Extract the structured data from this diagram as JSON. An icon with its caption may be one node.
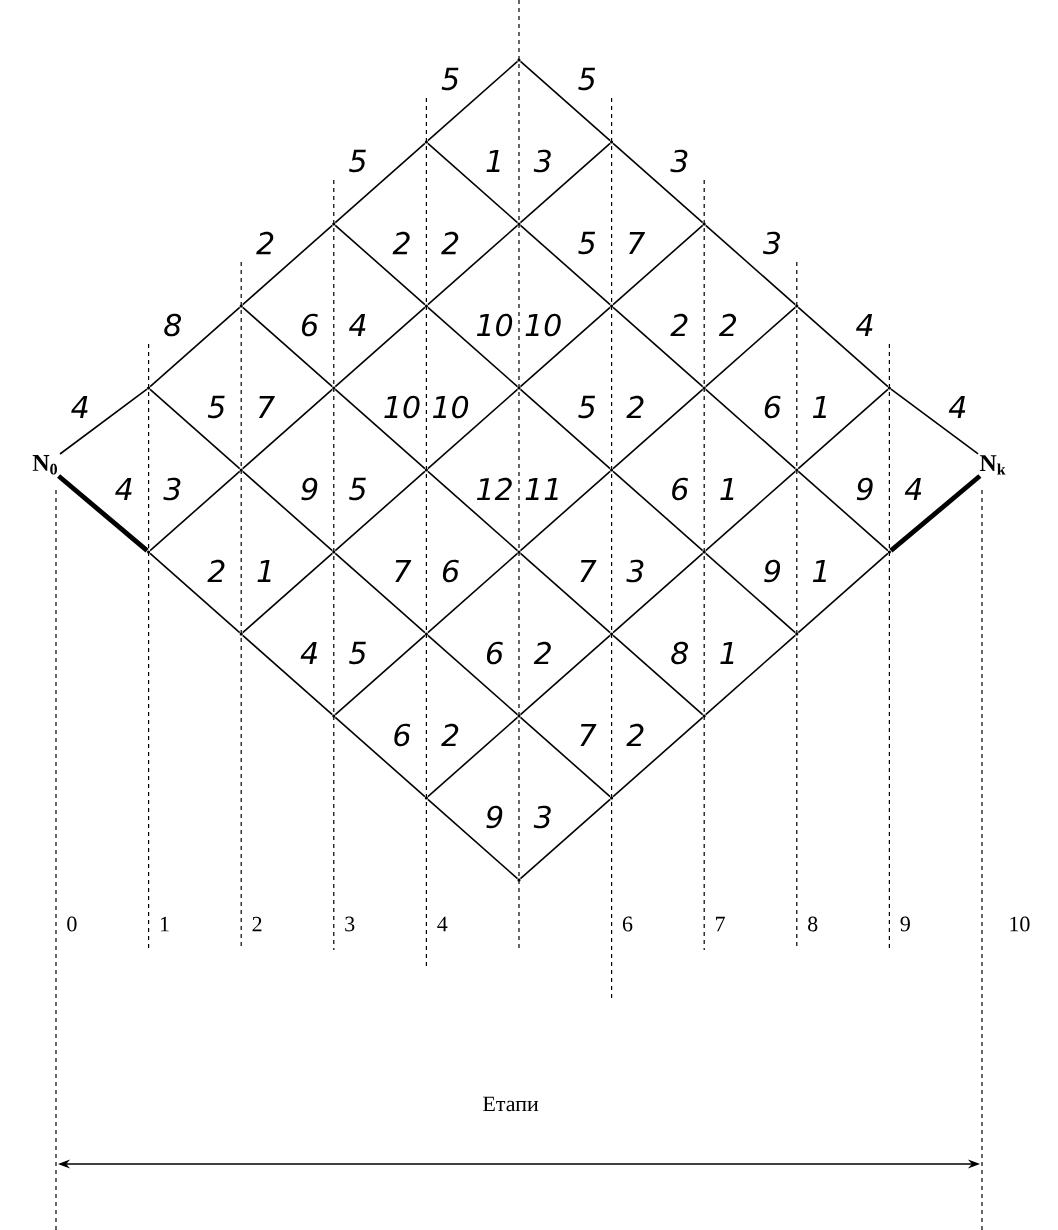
{
  "diagram": {
    "nodes": [
      {
        "text": [
          "N$_{0}$"
        ]
      },
      {
        "text": [],
        "shape": "dot"
      },
      {
        "text": [],
        "shape": "dot"
      },
      {
        "text": [],
        "shape": "dot"
      },
      {
        "text": [],
        "shape": "dot"
      },
      {
        "text": [],
        "shape": "dot"
      },
      {
        "text": [],
        "shape": "dot"
      },
      {
        "text": [],
        "shape": "dot"
      },
      {
        "text": [],
        "shape": "dot"
      },
      {
        "text": [],
        "shape": "dot"
      },
      {
        "text": [],
        "shape": "dot"
      },
      {
        "text": [],
        "shape": "dot"
      },
      {
        "text": [],
        "shape": "dot"
      },
      {
        "text": [],
        "shape": "dot"
      },
      {
        "text": [],
        "shape": "dot"
      },
      {
        "text": [],
        "shape": "dot"
      },
      {
        "text": [],
        "shape": "dot"
      },
      {
        "text": [],
        "shape": "dot"
      },
      {
        "text": [],
        "shape": "dot"
      },
      {
        "text": [],
        "shape": "dot"
      },
      {
        "text": [],
        "shape": "dot"
      },
      {
        "text": [],
        "shape": "dot"
      },
      {
        "text": [],
        "shape": "dot"
      },
      {
        "text": [],
        "shape": "dot"
      },
      {
        "text": [],
        "shape": "dot"
      },
      {
        "text": [],
        "shape": "dot"
      },
      {
        "text": [],
        "shape": "dot"
      },
      {
        "text": [],
        "shape": "dot"
      },
      {
        "text": [],
        "shape": "dot"
      },
      {
        "text": [],
        "shape": "dot"
      },
      {
        "text": [],
        "shape": "dot"
      },
      {
        "text": [],
        "shape": "dot"
      },
      {
        "text": [],
        "shape": "dot"
      },
      {
        "text": [],
        "shape": "dot"
      },
      {
        "text": [],
        "shape": "dot"
      },
      {
        "text": [
          "N$_{k}$"
        ]
      }
    ],
    "edges": [
      {
        "from": 0,
        "to": 1,
        "arrow": "none",
        "label": "4"
      },
      {
        "from": 0,
        "to": 2,
        "arrow": "none",
        "label": "4",
        "style": "thick"
      },
      {
        "from": 1,
        "to": 3,
        "arrow": "none",
        "label": "8"
      },
      {
        "from": 1,
        "to": 4,
        "arrow": "none",
        "label": "5"
      },
      {
        "from": 2,
        "to": 4,
        "arrow": "none",
        "label": "3"
      },
      {
        "from": 2,
        "to": 5,
        "arrow": "none",
        "label": "2"
      },
      {
        "from": 3,
        "to": 6,
        "arrow": "none",
        "label": "2"
      },
      {
        "from": 3,
        "to": 7,
        "arrow": "none",
        "label": "6"
      },
      {
        "from": 4,
        "to": 7,
        "arrow": "none",
        "label": "7"
      },
      {
        "from": 4,
        "to": 8,
        "arrow": "none",
        "label": "9"
      },
      {
        "from": 5,
        "to": 8,
        "arrow": "none",
        "label": "1"
      },
      {
        "from": 5,
        "to": 9,
        "arrow": "none",
        "label": "4"
      },
      {
        "from": 6,
        "to": 10,
        "arrow": "none",
        "label": "5"
      },
      {
        "from": 6,
        "to": 11,
        "arrow": "none",
        "label": "2"
      },
      {
        "from": 7,
        "to": 11,
        "arrow": "none",
        "label": "4"
      },
      {
        "from": 7,
        "to": 12,
        "arrow": "none",
        "label": "10"
      },
      {
        "from": 8,
        "to": 12,
        "arrow": "none",
        "label": "5"
      },
      {
        "from": 8,
        "to": 13,
        "arrow": "none",
        "label": "7"
      },
      {
        "from": 9,
        "to": 13,
        "arrow": "none",
        "label": "5"
      },
      {
        "from": 9,
        "to": 14,
        "arrow": "none",
        "label": "6"
      },
      {
        "from": 10,
        "to": 15,
        "arrow": "none",
        "label": "5"
      },
      {
        "from": 10,
        "to": 16,
        "arrow": "none",
        "label": "1"
      },
      {
        "from": 11,
        "to": 16,
        "arrow": "none",
        "label": "2"
      },
      {
        "from": 11,
        "to": 17,
        "arrow": "none",
        "label": "10"
      },
      {
        "from": 12,
        "to": 17,
        "arrow": "none",
        "label": "10"
      },
      {
        "from": 12,
        "to": 18,
        "arrow": "none",
        "label": "12"
      },
      {
        "from": 13,
        "to": 18,
        "arrow": "none",
        "label": "6"
      },
      {
        "from": 13,
        "to": 19,
        "arrow": "none",
        "label": "6"
      },
      {
        "from": 14,
        "to": 19,
        "arrow": "none",
        "label": "2"
      },
      {
        "from": 14,
        "to": 20,
        "arrow": "none",
        "label": "9"
      },
      {
        "from": 15,
        "to": 21,
        "arrow": "none",
        "label": "5"
      },
      {
        "from": 16,
        "to": 21,
        "arrow": "none",
        "label": "3"
      },
      {
        "from": 16,
        "to": 22,
        "arrow": "none",
        "label": "5"
      },
      {
        "from": 17,
        "to": 22,
        "arrow": "none",
        "label": "10"
      },
      {
        "from": 17,
        "to": 23,
        "arrow": "none",
        "label": "5"
      },
      {
        "from": 18,
        "to": 23,
        "arrow": "none",
        "label": "11"
      },
      {
        "from": 18,
        "to": 24,
        "arrow": "none",
        "label": "7"
      },
      {
        "from": 19,
        "to": 24,
        "arrow": "none",
        "label": "2"
      },
      {
        "from": 19,
        "to": 25,
        "arrow": "none",
        "label": "7"
      },
      {
        "from": 20,
        "to": 25,
        "arrow": "none",
        "label": "3"
      },
      {
        "from": 21,
        "to": 26,
        "arrow": "none",
        "label": "3"
      },
      {
        "from": 22,
        "to": 26,
        "arrow": "none",
        "label": "7"
      },
      {
        "from": 22,
        "to": 27,
        "arrow": "none",
        "label": "2"
      },
      {
        "from": 23,
        "to": 27,
        "arrow": "none",
        "label": "2"
      },
      {
        "from": 23,
        "to": 28,
        "arrow": "none",
        "label": "6"
      },
      {
        "from": 24,
        "to": 28,
        "arrow": "none",
        "label": "3"
      },
      {
        "from": 24,
        "to": 29,
        "arrow": "none",
        "label": "8"
      },
      {
        "from": 25,
        "to": 29,
        "arrow": "none",
        "label": "2"
      },
      {
        "from": 26,
        "to": 30,
        "arrow": "none",
        "label": "3"
      },
      {
        "from": 27,
        "to": 30,
        "arrow": "none",
        "label": "2"
      },
      {
        "from": 27,
        "to": 31,
        "arrow": "none",
        "label": "6"
      },
      {
        "from": 28,
        "to": 31,
        "arrow": "none",
        "label": "1"
      },
      {
        "from": 28,
        "to": 32,
        "arrow": "none",
        "label": "9"
      },
      {
        "from": 29,
        "to": 32,
        "arrow": "none",
        "label": "1"
      },
      {
        "from": 30,
        "to": 33,
        "arrow": "none",
        "label": "4"
      },
      {
        "from": 31,
        "to": 33,
        "arrow": "none",
        "label": "1"
      },
      {
        "from": 31,
        "to": 34,
        "arrow": "none",
        "label": "9"
      },
      {
        "from": 32,
        "to": 34,
        "arrow": "none",
        "label": "1"
      },
      {
        "from": 33,
        "to": 35,
        "arrow": "none",
        "label": "4"
      },
      {
        "from": 34,
        "to": 35,
        "arrow": "none",
        "label": "4",
        "style": "thick"
      }
    ],
    "labels": [
      "0",
      "1",
      "2",
      "3",
      "4",
      "6",
      "7",
      "8",
      "9",
      "10",
      "Етапи"
    ]
  }
}
